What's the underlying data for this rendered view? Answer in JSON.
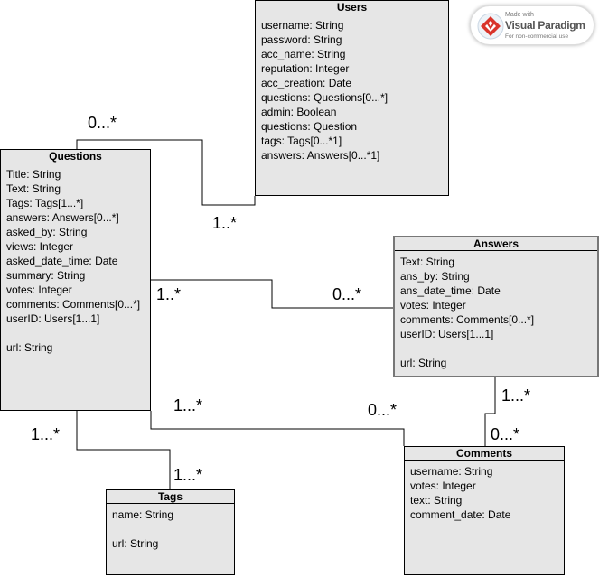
{
  "classes": {
    "users": {
      "name": "Users",
      "attrs": [
        "username: String",
        "password: String",
        "acc_name: String",
        "reputation: Integer",
        "acc_creation: Date",
        "questions: Questions[0...*]",
        "admin: Boolean",
        "questions: Question",
        "tags: Tags[0...*1]",
        "answers: Answers[0...*1]"
      ]
    },
    "questions": {
      "name": "Questions",
      "attrs": [
        "Title: String",
        "Text: String",
        "Tags: Tags[1...*]",
        "answers: Answers[0...*]",
        "asked_by: String",
        "views: Integer",
        "asked_date_time: Date",
        "summary: String",
        "votes: Integer",
        "comments: Comments[0...*]",
        "userID: Users[1...1]",
        "",
        "url: String"
      ]
    },
    "answers": {
      "name": "Answers",
      "attrs": [
        "Text: String",
        "ans_by: String",
        "ans_date_time: Date",
        "votes: Integer",
        "comments: Comments[0...*]",
        "userID: Users[1...1]",
        "",
        "url: String"
      ]
    },
    "comments": {
      "name": "Comments",
      "attrs": [
        "username: String",
        "votes: Integer",
        "text: String",
        "comment_date: Date"
      ]
    },
    "tags": {
      "name": "Tags",
      "attrs": [
        "name: String",
        "",
        "url: String"
      ]
    }
  },
  "multiplicities": {
    "questions_users_q": "0...*",
    "questions_users_u": "1..*",
    "questions_answers_q": "1..*",
    "questions_answers_a": "0...*",
    "answers_comments_a": "1...*",
    "answers_comments_c": "0...*",
    "questions_comments_q": "1...*",
    "questions_comments_c": "0...*",
    "questions_tags_q": "1...*",
    "questions_tags_t": "1...*"
  },
  "badge": {
    "made_with": "Made with",
    "brand": "Visual Paradigm",
    "note": "For non-commercial use"
  }
}
